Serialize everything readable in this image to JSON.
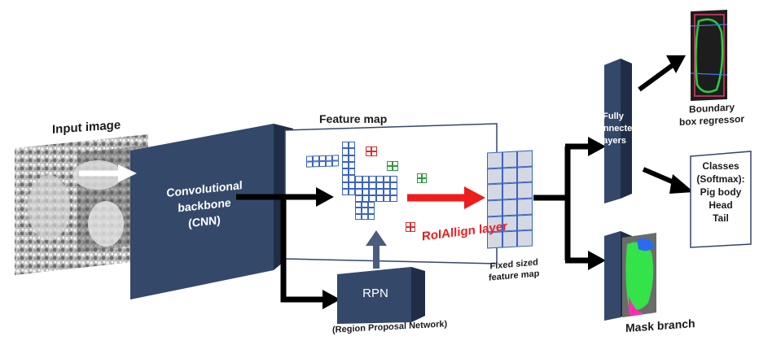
{
  "labels": {
    "input_image": "Input image",
    "backbone_line1": "Convolutional backbone",
    "backbone_line2": "(CNN)",
    "feature_map": "Feature map",
    "rpn": "RPN",
    "rpn_full": "(Region Proposal Network)",
    "roialign": "RoIAllign layer",
    "fixed_line1": "Fixed sized",
    "fixed_line2": "feature map",
    "fc_line1": "Fully",
    "fc_line2": "connected",
    "fc_line3": "layers",
    "boundary_line1": "Boundary",
    "boundary_line2": "box regressor",
    "classes_line1": "Classes",
    "classes_line2": "(Softmax):",
    "classes_line3": "Pig body",
    "classes_line4": "Head",
    "classes_line5": "Tail",
    "mask_branch": "Mask branch"
  },
  "colors": {
    "block": "#34486a",
    "grid_blue": "#3a63c4",
    "grid_red": "#d83030",
    "grid_green": "#2f9a3f",
    "roialign_red": "#ee1c1c",
    "arrow_black": "#000000"
  }
}
